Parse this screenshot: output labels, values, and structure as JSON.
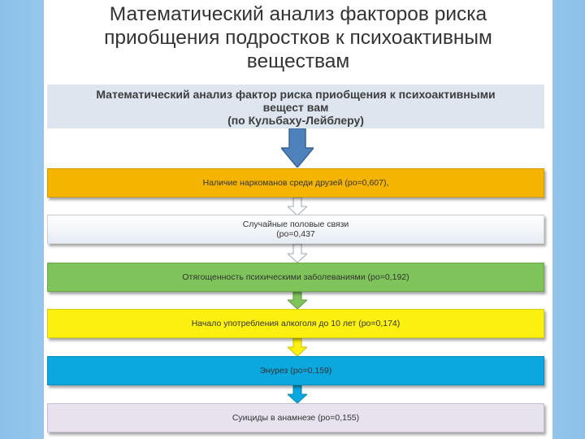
{
  "title": {
    "line1": "Математический анализ факторов риска",
    "line2": "приобщения подростков к психоактивным",
    "line3": "веществам"
  },
  "header": {
    "line1": "Математический анализ фактор риска  приобщения к психоактивными",
    "line2": "вещест вам",
    "line3": "(по Кульбаху-Лейблеру)"
  },
  "factors": [
    {
      "line1": "Наличие наркоманов среди друзей (ро=0,607),",
      "line2": ""
    },
    {
      "line1": "Случайные половые связи",
      "line2": "(ро=0,437"
    },
    {
      "line1": "Отягощенность психическими заболеваниями (ро=0,192)",
      "line2": ""
    },
    {
      "line1": "Начало употребления алкоголя до 10 лет (ро=0,174)",
      "line2": ""
    },
    {
      "line1": "Энурез (ро=0,159)",
      "line2": ""
    },
    {
      "line1": "Суициды в анамнезе (ро=0,155)",
      "line2": ""
    }
  ],
  "colors": {
    "main_arrow": "#4f81bd",
    "factor_1": "#f5b400",
    "factor_3": "#7ec45a",
    "factor_4": "#fbf00f",
    "factor_5": "#0ba7df",
    "factor_6": "#e7e2ee"
  }
}
